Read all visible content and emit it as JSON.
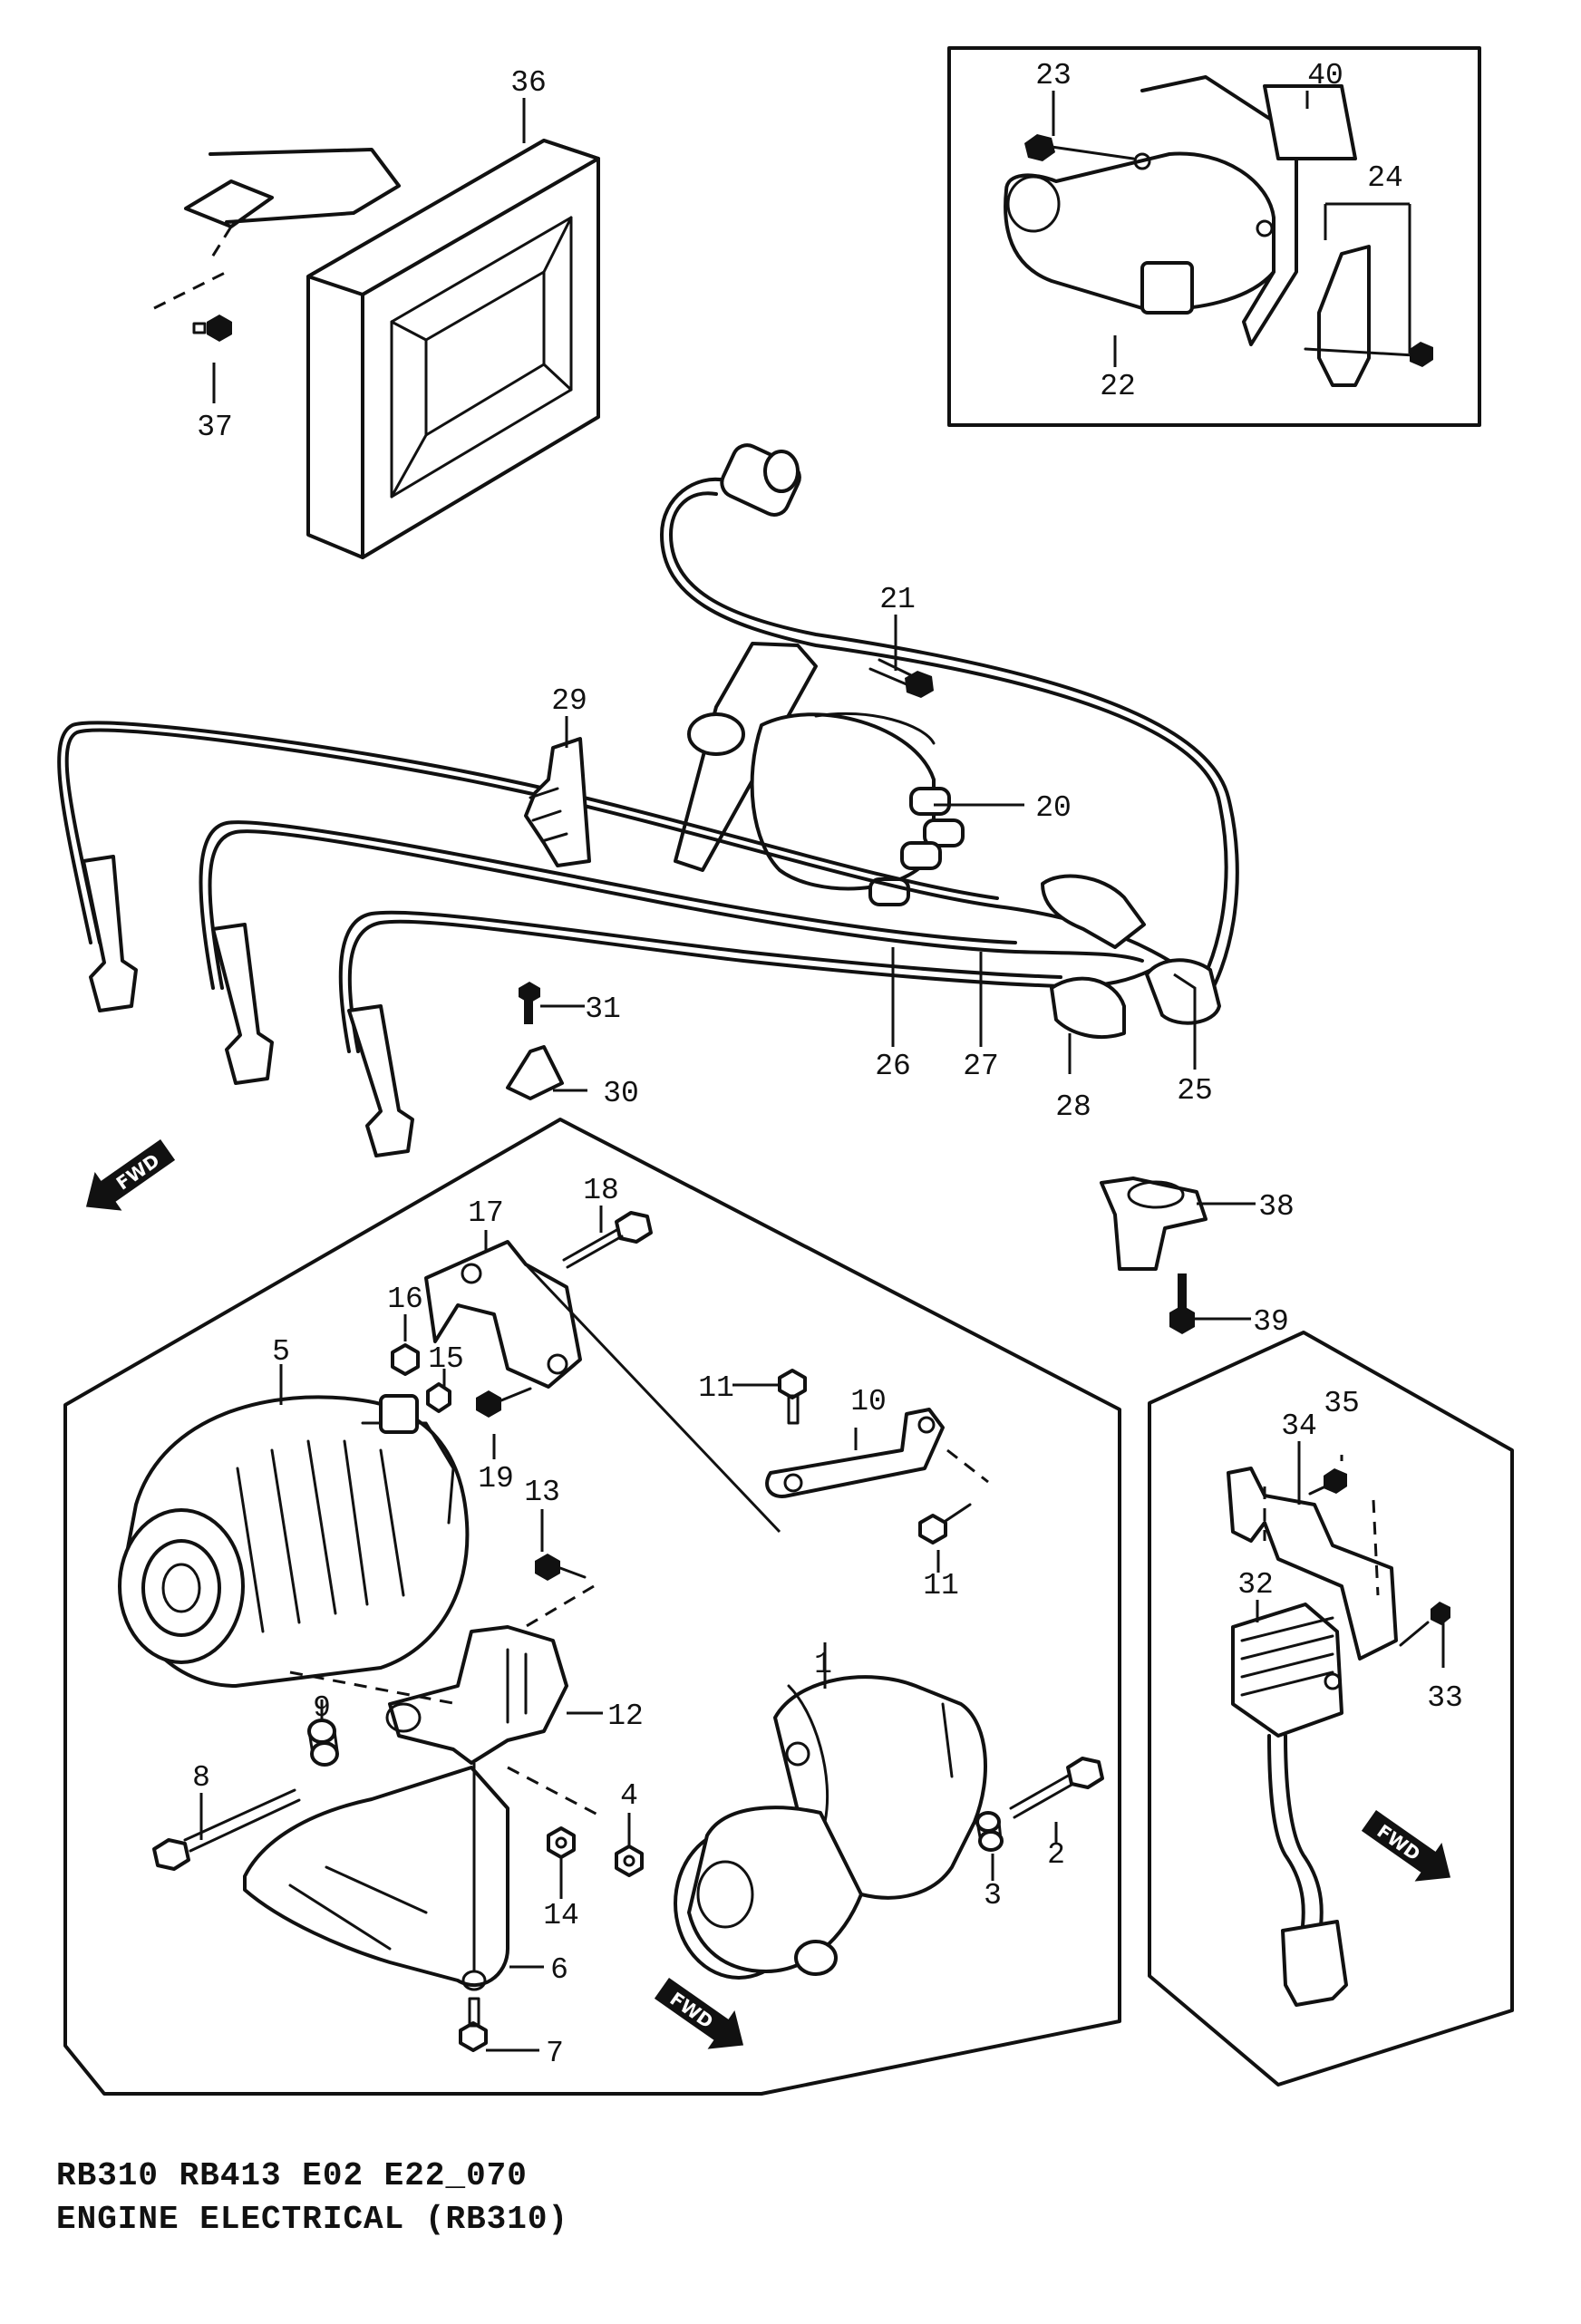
{
  "caption": {
    "code_line": "RB310 RB413 E02 E22_070",
    "title_line": "ENGINE ELECTRICAL (RB310)"
  },
  "fwd_label": "FWD",
  "callouts": [
    "1",
    "2",
    "3",
    "4",
    "5",
    "6",
    "7",
    "8",
    "9",
    "10",
    "11",
    "11",
    "12",
    "13",
    "14",
    "15",
    "16",
    "17",
    "18",
    "19",
    "20",
    "21",
    "22",
    "23",
    "24",
    "25",
    "26",
    "27",
    "28",
    "29",
    "30",
    "31",
    "32",
    "33",
    "34",
    "35",
    "36",
    "37",
    "38",
    "39",
    "40"
  ],
  "colors": {
    "ink": "#111111",
    "paper": "#ffffff"
  }
}
